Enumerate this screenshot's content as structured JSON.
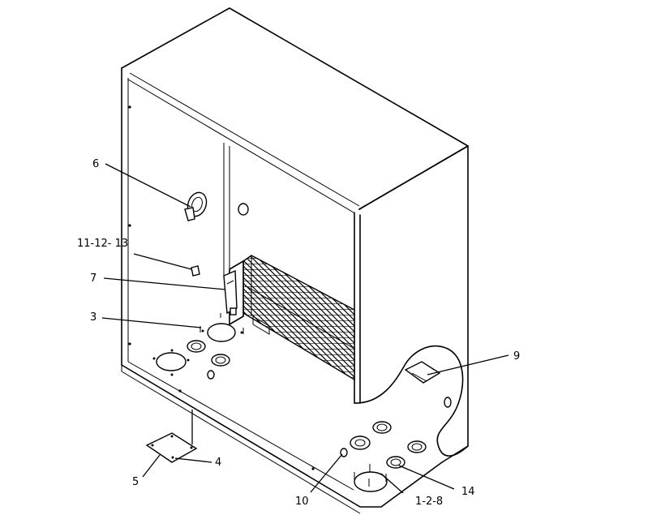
{
  "callouts": [
    {
      "id": "6",
      "text": "6"
    },
    {
      "id": "11-12-13",
      "text": "11-12- 13"
    },
    {
      "id": "7",
      "text": "7"
    },
    {
      "id": "3",
      "text": "3"
    },
    {
      "id": "9",
      "text": "9"
    },
    {
      "id": "4",
      "text": "4"
    },
    {
      "id": "5",
      "text": "5"
    },
    {
      "id": "10",
      "text": "10"
    },
    {
      "id": "1-2-8",
      "text": "1-2-8"
    },
    {
      "id": "14",
      "text": "14"
    }
  ]
}
